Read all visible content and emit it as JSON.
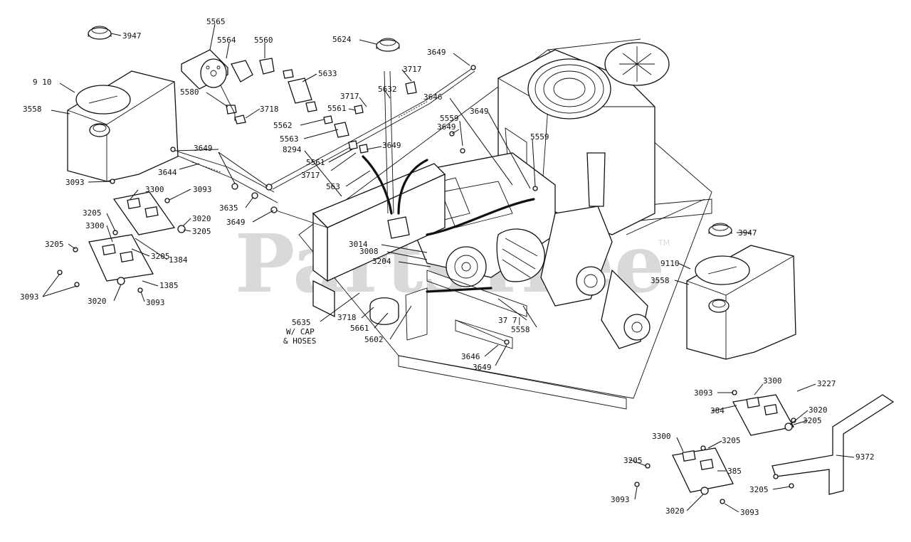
{
  "watermark": {
    "text": "PartsTree",
    "trademark": "TM"
  },
  "labels": {
    "l3947a": "3947",
    "l5565": "5565",
    "l5564": "5564",
    "l5560": "5560",
    "l5624": "5624",
    "l3649a": "3649",
    "l9110a": "9 10",
    "l3558a": "3558",
    "l5580": "5580",
    "l5633": "5633",
    "l3717a": "3717",
    "l5632": "5632",
    "l3717b": "3717",
    "l3718a": "3718",
    "l5561a": "5561",
    "l3646a": "3646",
    "l3649b": "3649",
    "l5559a": "5559",
    "l3649c": "3649",
    "l5562": "5562",
    "l5563": "5563",
    "l5559b": "5559",
    "l8294": "8294",
    "l3649d": "3649",
    "l3649e": "3649",
    "l3644": "3644",
    "l5561b": "5561",
    "l3717c": "3717",
    "l563": "563",
    "l3093a": "3093",
    "l3300a": "3300",
    "l3093b": "3093",
    "l3635": "3635",
    "l3205a": "3205",
    "l3020a": "3020",
    "l3649f": "3649",
    "l3300b": "3300",
    "l3205b": "3205",
    "l3205c": "3205",
    "l3205d": "3205",
    "l1384": "1384",
    "l3014": "3014",
    "l3008": "3008",
    "l3204": "3204",
    "l3093c": "3093",
    "l1385": "1385",
    "l3020b": "3020",
    "l3093d": "3093",
    "l5635": "5635",
    "l5635b": "W/ CAP",
    "l5635c": "& HOSES",
    "l3718b": "3718",
    "l5661": "5661",
    "l5602": "5602",
    "l3771": "37 7|",
    "l5558": "5558",
    "l3646b": "3646",
    "l3649g": "3649",
    "l3947b": "3947",
    "l9110b": "9110",
    "l3558b": "3558",
    "l3300c": "3300",
    "l3227": "3227",
    "l3093e": "3093",
    "l384": "384",
    "l3020c": "3020",
    "l3205e": "3205",
    "l3300d": "3300",
    "l3205f": "3205",
    "l3205g": "3205",
    "l385": "385",
    "l9372": "9372",
    "l3205h": "3205",
    "l3093f": "3093",
    "l3020d": "3020",
    "l3093g": "3093"
  }
}
